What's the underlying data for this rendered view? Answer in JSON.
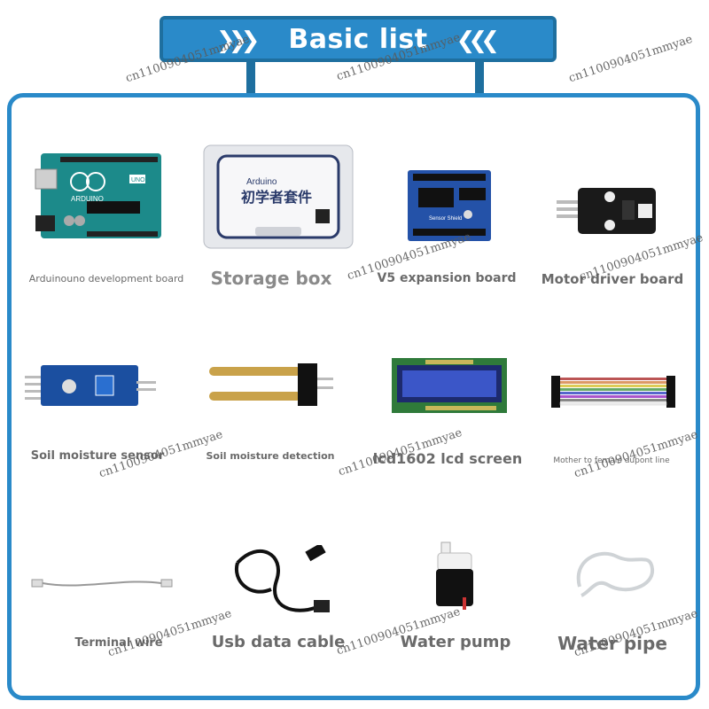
{
  "header": {
    "title": "Basic list"
  },
  "items": [
    {
      "label": "Arduinouno development board"
    },
    {
      "label": "Storage box",
      "box_text": "初学者套件",
      "box_brand": "Arduino"
    },
    {
      "label": "V5 expansion board"
    },
    {
      "label": "Motor driver board"
    },
    {
      "label": "Soil moisture sensor"
    },
    {
      "label": "Soil moisture detection"
    },
    {
      "label": "lcd1602 lcd screen"
    },
    {
      "label": "Mother to female dupont line"
    },
    {
      "label": "Terminal wire"
    },
    {
      "label": "Usb data cable"
    },
    {
      "label": "Water pump"
    },
    {
      "label": "Water pipe"
    }
  ],
  "watermark": "cn1100904051mmyae",
  "colors": {
    "accent": "#2a8ac9",
    "accent_dark": "#1e6f9f",
    "label": "#6a6a6a"
  }
}
